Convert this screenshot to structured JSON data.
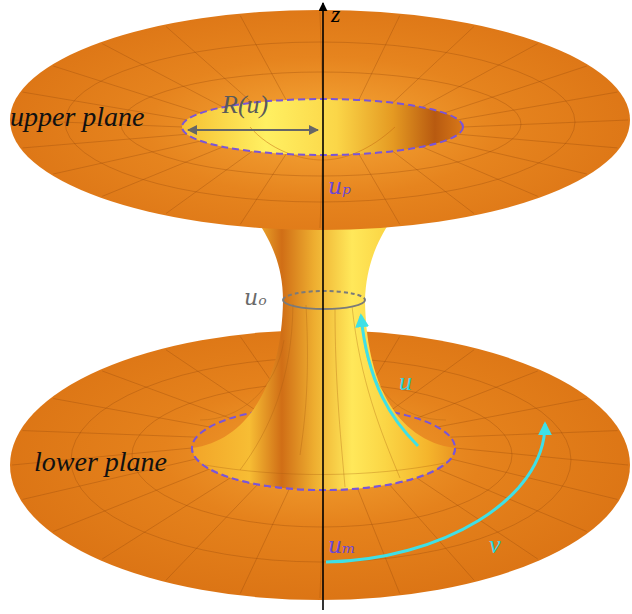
{
  "diagram": {
    "labels": [
      "z",
      "R(u)",
      "upper plane",
      "uₚ",
      "uₒ",
      "u",
      "lower plane",
      "uₘ",
      "v"
    ]
  }
}
